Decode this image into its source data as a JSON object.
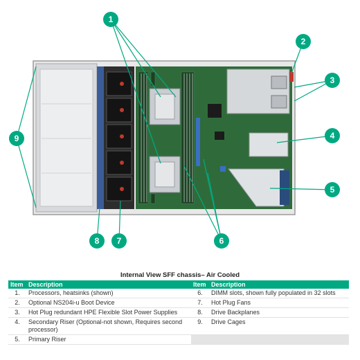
{
  "callouts": [
    {
      "label": "1"
    },
    {
      "label": "2"
    },
    {
      "label": "3"
    },
    {
      "label": "4"
    },
    {
      "label": "5"
    },
    {
      "label": "6"
    },
    {
      "label": "7"
    },
    {
      "label": "8"
    },
    {
      "label": "9"
    }
  ],
  "caption": "Internal View SFF chassis– Air Cooled",
  "table": {
    "headers": [
      "Item",
      "Description",
      "Item",
      "Description"
    ],
    "rows": [
      {
        "n1": "1.",
        "d1": "Processors, heatsinks (shown)",
        "n2": "6.",
        "d2": "DIMM slots, shown fully populated in 32 slots"
      },
      {
        "n1": "2.",
        "d1": "Optional NS204i-u Boot Device",
        "n2": "7.",
        "d2": "Hot Plug Fans"
      },
      {
        "n1": "3.",
        "d1": "Hot Plug redundant HPE Flexible Slot Power Supplies",
        "n2": "8.",
        "d2": "Drive Backplanes"
      },
      {
        "n1": "4.",
        "d1": "Secondary Riser (Optional-not shown, Requires second processor)",
        "n2": "9.",
        "d2": "Drive Cages"
      },
      {
        "n1": "5.",
        "d1": "Primary Riser",
        "n2": "",
        "d2": ""
      }
    ]
  },
  "colors": {
    "callout": "#01a982",
    "header": "#01a982",
    "board": "#2f6b3a"
  }
}
